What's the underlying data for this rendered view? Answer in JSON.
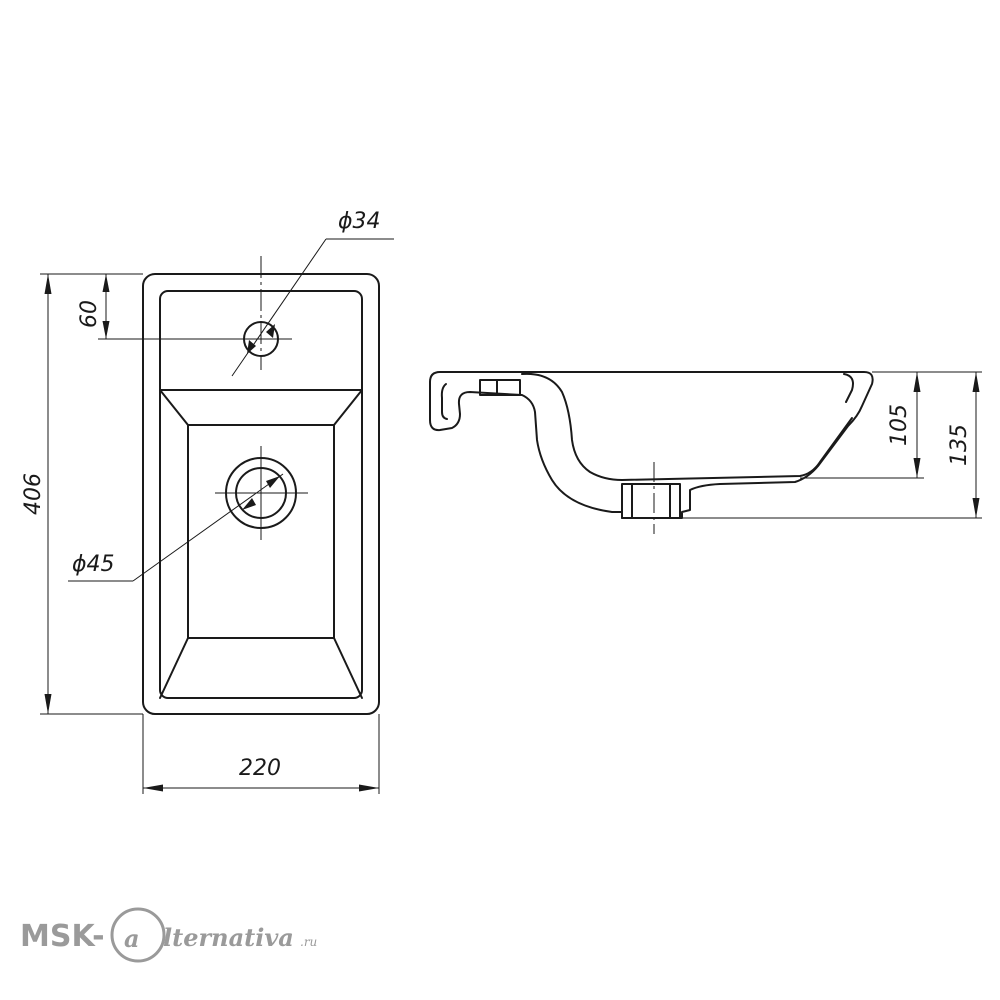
{
  "dimensions": {
    "length": "406",
    "width": "220",
    "tap_hole_offset": "60",
    "tap_hole_diameter": "ϕ34",
    "drain_diameter": "ϕ45",
    "bowl_depth": "105",
    "total_height": "135"
  },
  "watermark": {
    "part1": "MSK-",
    "part2": "lternativa",
    "part3": ".ru"
  }
}
